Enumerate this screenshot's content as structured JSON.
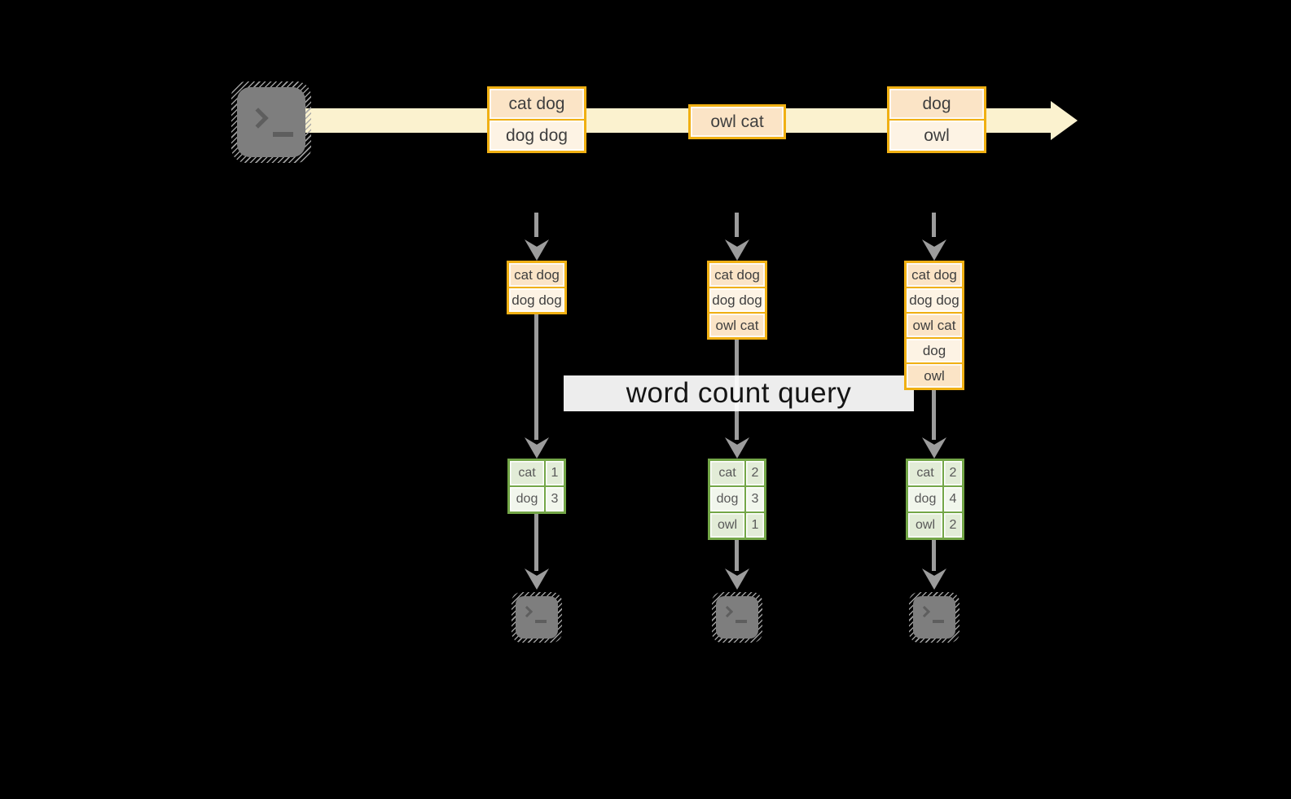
{
  "query_label": "word count query",
  "colors": {
    "gold": "#F0B013",
    "peach": "#FBE4C6",
    "cream": "#FDF3E4",
    "stream_band": "#FBF2CF",
    "green": "#73A647",
    "green_row_a": "#E2ECD7",
    "green_row_b": "#F1F6EC",
    "arrow_gray": "#9C9C9C",
    "terminal_gray": "#7E7E7E",
    "background": "#000000"
  },
  "stream_batches": [
    {
      "rows": [
        "cat dog",
        "dog dog"
      ]
    },
    {
      "rows": [
        "owl cat"
      ]
    },
    {
      "rows": [
        "dog",
        "owl"
      ]
    }
  ],
  "stages": [
    {
      "input_rows": [
        "cat dog",
        "dog dog"
      ],
      "counts": [
        {
          "word": "cat",
          "value": 1
        },
        {
          "word": "dog",
          "value": 3
        }
      ]
    },
    {
      "input_rows": [
        "cat dog",
        "dog dog",
        "owl cat"
      ],
      "counts": [
        {
          "word": "cat",
          "value": 2
        },
        {
          "word": "dog",
          "value": 3
        },
        {
          "word": "owl",
          "value": 1
        }
      ]
    },
    {
      "input_rows": [
        "cat dog",
        "dog dog",
        "owl cat",
        "dog",
        "owl"
      ],
      "counts": [
        {
          "word": "cat",
          "value": 2
        },
        {
          "word": "dog",
          "value": 4
        },
        {
          "word": "owl",
          "value": 2
        }
      ]
    }
  ]
}
